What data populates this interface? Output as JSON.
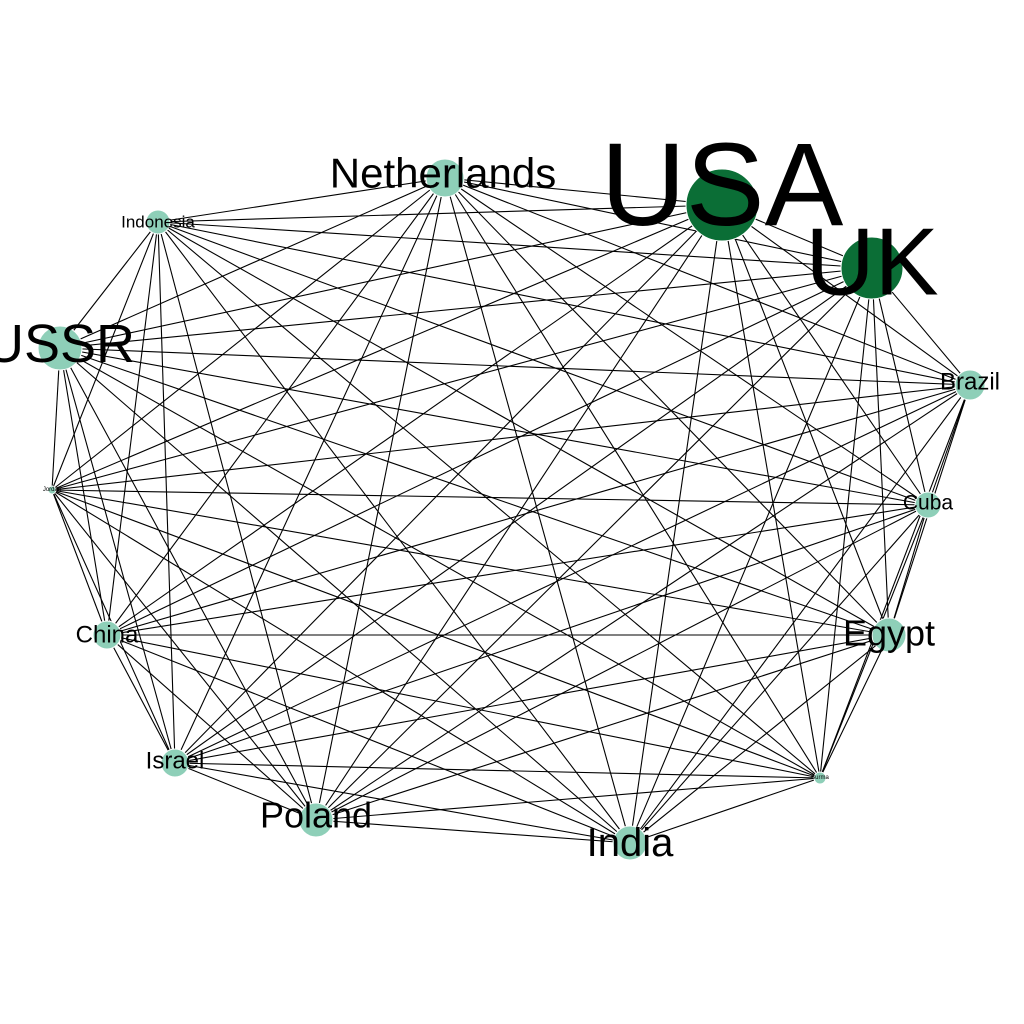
{
  "colors": {
    "background": "#ffffff",
    "edge": "#000000",
    "node_light": "#8ecfb8",
    "node_dark": "#0b6e36",
    "label": "#000000"
  },
  "network": {
    "nodes": [
      {
        "id": "USA",
        "label": "USA",
        "color": "dark",
        "weight": 1.0
      },
      {
        "id": "UK",
        "label": "UK",
        "color": "dark",
        "weight": 0.82
      },
      {
        "id": "Netherlands",
        "label": "Netherlands",
        "color": "light",
        "weight": 0.5
      },
      {
        "id": "Indonesia",
        "label": "Indonesia",
        "color": "light",
        "weight": 0.22
      },
      {
        "id": "USSR",
        "label": "USSR",
        "color": "light",
        "weight": 0.6
      },
      {
        "id": "Jordan",
        "label": "Jordan",
        "color": "light",
        "weight": 0.05
      },
      {
        "id": "China",
        "label": "China",
        "color": "light",
        "weight": 0.28
      },
      {
        "id": "Israel",
        "label": "Israel",
        "color": "light",
        "weight": 0.28
      },
      {
        "id": "Poland",
        "label": "Poland",
        "color": "light",
        "weight": 0.45
      },
      {
        "id": "India",
        "label": "India",
        "color": "light",
        "weight": 0.45
      },
      {
        "id": "Burma",
        "label": "Burma",
        "color": "light",
        "weight": 0.05
      },
      {
        "id": "Egypt",
        "label": "Egypt",
        "color": "light",
        "weight": 0.45
      },
      {
        "id": "Cuba",
        "label": "Cuba",
        "color": "light",
        "weight": 0.25
      },
      {
        "id": "Brazil",
        "label": "Brazil",
        "color": "light",
        "weight": 0.28
      }
    ],
    "edges": "complete"
  }
}
